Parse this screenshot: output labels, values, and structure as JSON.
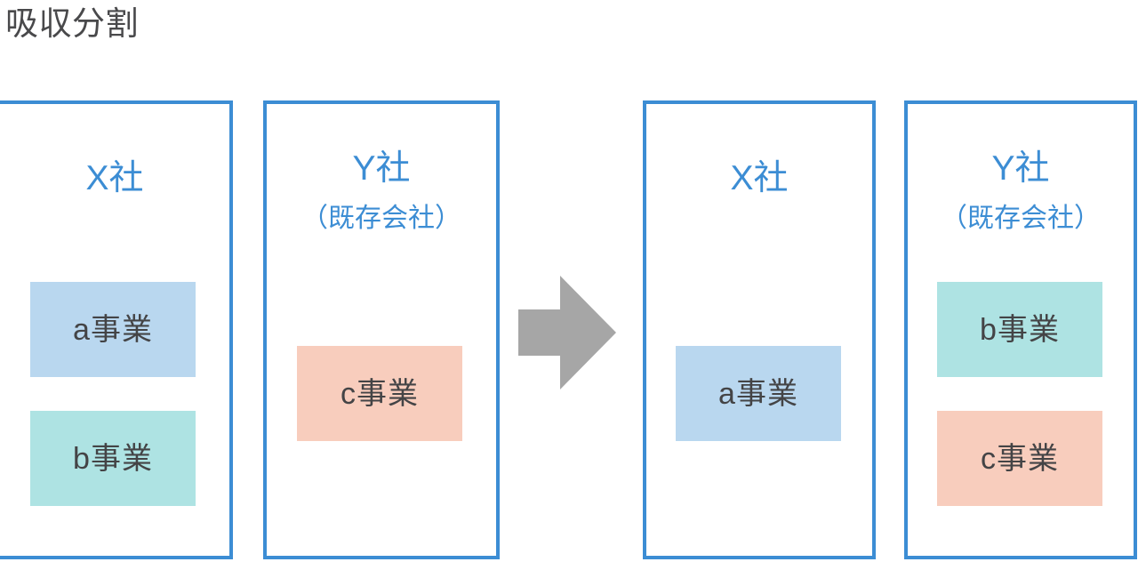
{
  "diagram": {
    "title": "吸収分割",
    "title_color": "#49494b",
    "accent_color": "#3c8dd4",
    "arrow_color": "#a6a6a6",
    "arrow_icon": "right-arrow-icon",
    "before": {
      "companies": [
        {
          "name": "X社",
          "subtitle": "",
          "units": [
            {
              "label": "a事業",
              "color": "#b9d7ef"
            },
            {
              "label": "b事業",
              "color": "#aee3e3"
            }
          ]
        },
        {
          "name": "Y社",
          "subtitle": "（既存会社）",
          "units": [
            {
              "label": "c事業",
              "color": "#f8cdbd"
            }
          ]
        }
      ]
    },
    "after": {
      "companies": [
        {
          "name": "X社",
          "subtitle": "",
          "units": [
            {
              "label": "a事業",
              "color": "#b9d7ef"
            }
          ]
        },
        {
          "name": "Y社",
          "subtitle": "（既存会社）",
          "units": [
            {
              "label": "b事業",
              "color": "#aee3e3"
            },
            {
              "label": "c事業",
              "color": "#f8cdbd"
            }
          ]
        }
      ]
    }
  }
}
